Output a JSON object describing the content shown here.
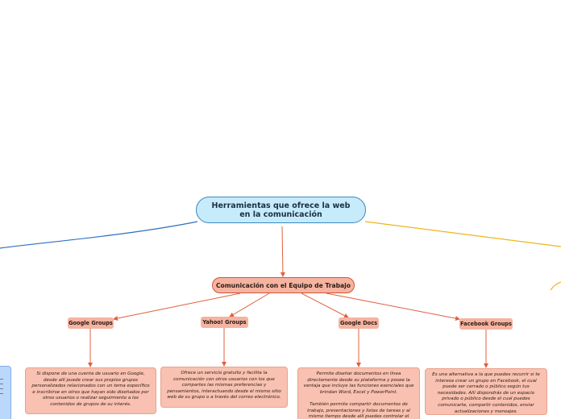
{
  "root": {
    "label": "Herramientas que ofrece la web en la comunicación"
  },
  "sub": {
    "label": "Comunicación con el Equipo de Trabajo"
  },
  "topics": [
    {
      "label": "Google Groups"
    },
    {
      "label": "Yahoo! Groups"
    },
    {
      "label": "Google Docs"
    },
    {
      "label": "Facebook Groups"
    }
  ],
  "descriptions": [
    {
      "text": "Si dispone de una cuenta de usuario en Google, desde allí puede crear sus propios grupos personalizados relacionados con un tema específico e inscribirse en otros que hayan sido diseñados por otros usuarios o realizar seguimiento a los contenidos de grupos de su interés."
    },
    {
      "text": "Ofrece un servicio gratuito y facilita la comunicación con otros usuarios con los que compartes las mismas preferencias y pensamientos, interactuando desde el mismo sitio web de su grupo o a través del correo electrónico."
    },
    {
      "text": "Permite diseñar documentos en línea directamente desde su plataforma y posee la ventaja que incluye las funciones esenciales que brindan Word, Excel y PowerPoint.\n\nTambién permite compartir documentos de trabajo, presentaciones y listas de tareas y al mismo tiempo desde allí puedes controlar el"
    },
    {
      "text": "Es una alternativa a la que puedes recurrir si te interesa crear un grupo en Facebook, el cual puede ser cerrado o público según tus necesidades. Allí dispondrás de un espacio privado o público desde el cual puedes comunicarte, compartir contenidos, enviar actualizaciones y mensajes."
    }
  ],
  "colors": {
    "root_fill": "#c6ecfb",
    "root_border": "#3a86c4",
    "node_fill": "#f5b3a1",
    "connector": "#e0603f",
    "left_branch": "#2d6fc2",
    "right_branch": "#f1b51b"
  }
}
